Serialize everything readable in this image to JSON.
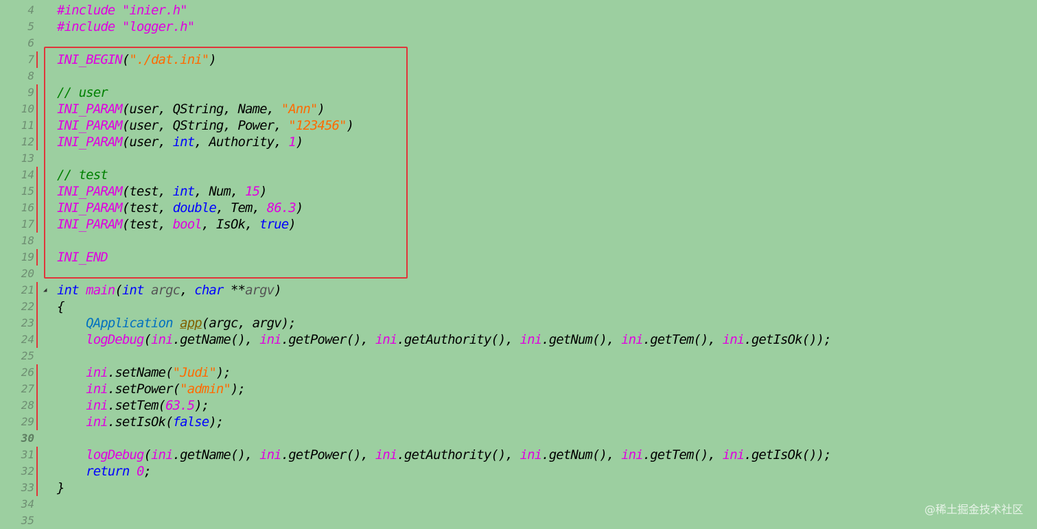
{
  "colors": {
    "background": "#9ccfa0",
    "keyword": "#0000ff",
    "macro": "#e000e0",
    "string": "#ff6a00",
    "number": "#e000e0",
    "comment": "#008000",
    "change_marker": "#e0353a",
    "highlight_box": "#e0353a"
  },
  "watermark": "@稀土掘金技术社区",
  "lines": [
    {
      "no": "4",
      "changed": false,
      "tokens": [
        {
          "t": "#include ",
          "c": "mac"
        },
        {
          "t": "\"inier.h\"",
          "c": "mac"
        }
      ]
    },
    {
      "no": "5",
      "changed": false,
      "tokens": [
        {
          "t": "#include ",
          "c": "mac"
        },
        {
          "t": "\"logger.h\"",
          "c": "mac"
        }
      ]
    },
    {
      "no": "6",
      "changed": false,
      "tokens": []
    },
    {
      "no": "7",
      "changed": true,
      "tokens": [
        {
          "t": "INI_BEGIN",
          "c": "mac"
        },
        {
          "t": "(",
          "c": "plain"
        },
        {
          "t": "\"./dat.ini\"",
          "c": "str"
        },
        {
          "t": ")",
          "c": "plain"
        }
      ]
    },
    {
      "no": "8",
      "changed": false,
      "tokens": []
    },
    {
      "no": "9",
      "changed": true,
      "tokens": [
        {
          "t": "// user",
          "c": "cmt"
        }
      ]
    },
    {
      "no": "10",
      "changed": true,
      "tokens": [
        {
          "t": "INI_PARAM",
          "c": "mac"
        },
        {
          "t": "(user, QString, Name, ",
          "c": "plain"
        },
        {
          "t": "\"Ann\"",
          "c": "str"
        },
        {
          "t": ")",
          "c": "plain"
        }
      ]
    },
    {
      "no": "11",
      "changed": true,
      "tokens": [
        {
          "t": "INI_PARAM",
          "c": "mac"
        },
        {
          "t": "(user, QString, Power, ",
          "c": "plain"
        },
        {
          "t": "\"123456\"",
          "c": "str"
        },
        {
          "t": ")",
          "c": "plain"
        }
      ]
    },
    {
      "no": "12",
      "changed": true,
      "tokens": [
        {
          "t": "INI_PARAM",
          "c": "mac"
        },
        {
          "t": "(user, ",
          "c": "plain"
        },
        {
          "t": "int",
          "c": "kw"
        },
        {
          "t": ", Authority, ",
          "c": "plain"
        },
        {
          "t": "1",
          "c": "num"
        },
        {
          "t": ")",
          "c": "plain"
        }
      ]
    },
    {
      "no": "13",
      "changed": false,
      "tokens": []
    },
    {
      "no": "14",
      "changed": true,
      "tokens": [
        {
          "t": "// test",
          "c": "cmt"
        }
      ]
    },
    {
      "no": "15",
      "changed": true,
      "tokens": [
        {
          "t": "INI_PARAM",
          "c": "mac"
        },
        {
          "t": "(test, ",
          "c": "plain"
        },
        {
          "t": "int",
          "c": "kw"
        },
        {
          "t": ", Num, ",
          "c": "plain"
        },
        {
          "t": "15",
          "c": "num"
        },
        {
          "t": ")",
          "c": "plain"
        }
      ]
    },
    {
      "no": "16",
      "changed": true,
      "tokens": [
        {
          "t": "INI_PARAM",
          "c": "mac"
        },
        {
          "t": "(test, ",
          "c": "plain"
        },
        {
          "t": "double",
          "c": "kw"
        },
        {
          "t": ", Tem, ",
          "c": "plain"
        },
        {
          "t": "86.3",
          "c": "num"
        },
        {
          "t": ")",
          "c": "plain"
        }
      ]
    },
    {
      "no": "17",
      "changed": true,
      "tokens": [
        {
          "t": "INI_PARAM",
          "c": "mac"
        },
        {
          "t": "(test, ",
          "c": "plain"
        },
        {
          "t": "bool",
          "c": "mac"
        },
        {
          "t": ", IsOk, ",
          "c": "plain"
        },
        {
          "t": "true",
          "c": "kw"
        },
        {
          "t": ")",
          "c": "plain"
        }
      ]
    },
    {
      "no": "18",
      "changed": false,
      "tokens": []
    },
    {
      "no": "19",
      "changed": true,
      "tokens": [
        {
          "t": "INI_END",
          "c": "mac"
        }
      ]
    },
    {
      "no": "20",
      "changed": false,
      "tokens": []
    },
    {
      "no": "21",
      "changed": true,
      "fold": "◢",
      "tokens": [
        {
          "t": "int",
          "c": "kw"
        },
        {
          "t": " ",
          "c": "plain"
        },
        {
          "t": "main",
          "c": "fn"
        },
        {
          "t": "(",
          "c": "plain"
        },
        {
          "t": "int",
          "c": "kw"
        },
        {
          "t": " ",
          "c": "plain"
        },
        {
          "t": "argc",
          "c": "param"
        },
        {
          "t": ", ",
          "c": "plain"
        },
        {
          "t": "char",
          "c": "kw"
        },
        {
          "t": " **",
          "c": "plain"
        },
        {
          "t": "argv",
          "c": "param"
        },
        {
          "t": ")",
          "c": "plain"
        }
      ]
    },
    {
      "no": "22",
      "changed": true,
      "tokens": [
        {
          "t": "{",
          "c": "plain"
        }
      ]
    },
    {
      "no": "23",
      "changed": true,
      "tokens": [
        {
          "t": "    ",
          "c": "plain"
        },
        {
          "t": "QApplication",
          "c": "type"
        },
        {
          "t": " ",
          "c": "plain"
        },
        {
          "t": "app",
          "c": "uline"
        },
        {
          "t": "(argc, argv);",
          "c": "plain"
        }
      ]
    },
    {
      "no": "24",
      "changed": true,
      "tokens": [
        {
          "t": "    ",
          "c": "plain"
        },
        {
          "t": "logDebug",
          "c": "fn"
        },
        {
          "t": "(",
          "c": "plain"
        },
        {
          "t": "ini",
          "c": "obj"
        },
        {
          "t": ".getName(), ",
          "c": "plain"
        },
        {
          "t": "ini",
          "c": "obj"
        },
        {
          "t": ".getPower(), ",
          "c": "plain"
        },
        {
          "t": "ini",
          "c": "obj"
        },
        {
          "t": ".getAuthority(), ",
          "c": "plain"
        },
        {
          "t": "ini",
          "c": "obj"
        },
        {
          "t": ".getNum(), ",
          "c": "plain"
        },
        {
          "t": "ini",
          "c": "obj"
        },
        {
          "t": ".getTem(), ",
          "c": "plain"
        },
        {
          "t": "ini",
          "c": "obj"
        },
        {
          "t": ".getIsOk());",
          "c": "plain"
        }
      ]
    },
    {
      "no": "25",
      "changed": false,
      "tokens": []
    },
    {
      "no": "26",
      "changed": true,
      "tokens": [
        {
          "t": "    ",
          "c": "plain"
        },
        {
          "t": "ini",
          "c": "obj"
        },
        {
          "t": ".setName(",
          "c": "plain"
        },
        {
          "t": "\"Judi\"",
          "c": "str"
        },
        {
          "t": ");",
          "c": "plain"
        }
      ]
    },
    {
      "no": "27",
      "changed": true,
      "tokens": [
        {
          "t": "    ",
          "c": "plain"
        },
        {
          "t": "ini",
          "c": "obj"
        },
        {
          "t": ".setPower(",
          "c": "plain"
        },
        {
          "t": "\"admin\"",
          "c": "str"
        },
        {
          "t": ");",
          "c": "plain"
        }
      ]
    },
    {
      "no": "28",
      "changed": true,
      "tokens": [
        {
          "t": "    ",
          "c": "plain"
        },
        {
          "t": "ini",
          "c": "obj"
        },
        {
          "t": ".setTem(",
          "c": "plain"
        },
        {
          "t": "63.5",
          "c": "num"
        },
        {
          "t": ");",
          "c": "plain"
        }
      ]
    },
    {
      "no": "29",
      "changed": true,
      "tokens": [
        {
          "t": "    ",
          "c": "plain"
        },
        {
          "t": "ini",
          "c": "obj"
        },
        {
          "t": ".setIsOk(",
          "c": "plain"
        },
        {
          "t": "false",
          "c": "kw"
        },
        {
          "t": ");",
          "c": "plain"
        }
      ]
    },
    {
      "no": "30",
      "changed": false,
      "bold": true,
      "tokens": []
    },
    {
      "no": "31",
      "changed": true,
      "tokens": [
        {
          "t": "    ",
          "c": "plain"
        },
        {
          "t": "logDebug",
          "c": "fn"
        },
        {
          "t": "(",
          "c": "plain"
        },
        {
          "t": "ini",
          "c": "obj"
        },
        {
          "t": ".getName(), ",
          "c": "plain"
        },
        {
          "t": "ini",
          "c": "obj"
        },
        {
          "t": ".getPower(), ",
          "c": "plain"
        },
        {
          "t": "ini",
          "c": "obj"
        },
        {
          "t": ".getAuthority(), ",
          "c": "plain"
        },
        {
          "t": "ini",
          "c": "obj"
        },
        {
          "t": ".getNum(), ",
          "c": "plain"
        },
        {
          "t": "ini",
          "c": "obj"
        },
        {
          "t": ".getTem(), ",
          "c": "plain"
        },
        {
          "t": "ini",
          "c": "obj"
        },
        {
          "t": ".getIsOk());",
          "c": "plain"
        }
      ]
    },
    {
      "no": "32",
      "changed": true,
      "tokens": [
        {
          "t": "    ",
          "c": "plain"
        },
        {
          "t": "return",
          "c": "kw"
        },
        {
          "t": " ",
          "c": "plain"
        },
        {
          "t": "0",
          "c": "num"
        },
        {
          "t": ";",
          "c": "plain"
        }
      ]
    },
    {
      "no": "33",
      "changed": true,
      "tokens": [
        {
          "t": "}",
          "c": "plain"
        }
      ]
    },
    {
      "no": "34",
      "changed": false,
      "tokens": []
    },
    {
      "no": "35",
      "changed": false,
      "tokens": []
    }
  ]
}
